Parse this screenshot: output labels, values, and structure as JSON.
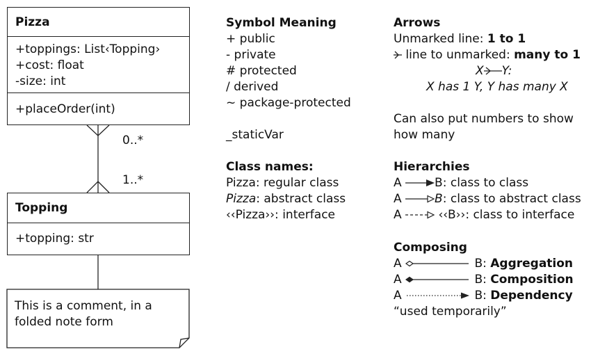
{
  "pizza_class": {
    "name": "Pizza",
    "attributes": [
      "+toppings: List‹Topping›",
      "+cost: float",
      "-size: int"
    ],
    "methods": [
      "+placeOrder(int)"
    ]
  },
  "topping_class": {
    "name": "Topping",
    "attributes": [
      "+topping: str"
    ]
  },
  "association": {
    "top_multiplicity": "0..*",
    "bottom_multiplicity": "1..*"
  },
  "comment_note": {
    "line1": "This is a comment, in a",
    "line2": "folded note form"
  },
  "symbols": {
    "title": "Symbol Meaning",
    "items": [
      "+ public",
      "- private",
      "# protected",
      "/ derived",
      "~ package-protected"
    ],
    "static_var": "_staticVar"
  },
  "class_names": {
    "title": "Class names:",
    "regular_name": "Pizza",
    "regular_desc": ": regular class",
    "abstract_name": "Pizza",
    "abstract_desc": ": abstract class",
    "interface_line": "‹‹Pizza››: interface"
  },
  "arrows": {
    "title": "Arrows",
    "unmarked_prefix": "Unmarked line: ",
    "unmarked_value": "1 to 1",
    "many_prefix": " line to unmarked: ",
    "many_value": "many to 1",
    "example_x": "X",
    "example_y": "Y:",
    "example_text": "X has 1 Y, Y has many X",
    "numbers_line1": "Can also put numbers to show",
    "numbers_line2": "how many"
  },
  "hierarchies": {
    "title": "Hierarchies",
    "row1_a": "A",
    "row1_b": "B",
    "row1_desc": ": class to class",
    "row2_a": "A",
    "row2_b": "B",
    "row2_desc": ": class to abstract class",
    "row3_a": "A",
    "row3_b": "‹‹B››",
    "row3_desc": ": class to interface"
  },
  "composing": {
    "title": "Composing",
    "agg_a": "A",
    "agg_b": "B: ",
    "agg_label": "Aggregation",
    "comp_a": "A",
    "comp_b": "B: ",
    "comp_label": "Composition",
    "dep_a": "A",
    "dep_b": "B: ",
    "dep_label": "Dependency",
    "dep_note": "“used temporarily”"
  }
}
